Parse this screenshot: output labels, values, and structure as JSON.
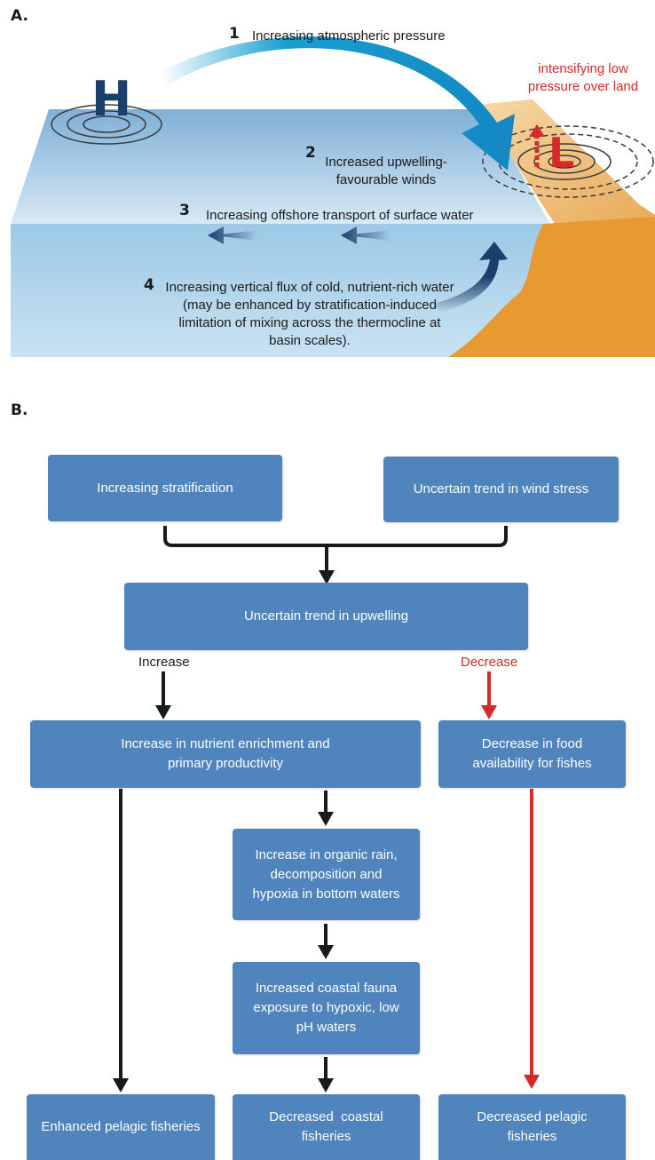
{
  "panel_a": {
    "label": "A.",
    "high_symbol": "H",
    "low_symbol": "L",
    "low_caption": "intensifying low pressure over land",
    "steps": [
      {
        "num": "1",
        "text": "Increasing atmospheric pressure"
      },
      {
        "num": "2",
        "text": "Increased upwelling-favourable winds"
      },
      {
        "num": "3",
        "text": "Increasing offshore transport of surface water"
      },
      {
        "num": "4",
        "text": "Increasing vertical flux of cold, nutrient-rich water (may be enhanced by stratification-induced limitation of mixing across the thermocline at basin scales)."
      }
    ],
    "colors": {
      "ocean_top": "#7fb4d9",
      "ocean_side": "#a8d0eb",
      "land": "#e8a74a",
      "arrow": "#1a9fd1",
      "low": "#d42a2a"
    }
  },
  "panel_b": {
    "label": "B.",
    "boxes": {
      "stratification": "Increasing stratification",
      "wind_stress": "Uncertain trend in wind stress",
      "upwelling": "Uncertain trend in upwelling",
      "nutrient": "Increase in nutrient enrichment and primary productivity",
      "food": "Decrease in food availability for fishes",
      "organic_rain": "Increase in organic rain, decomposition and hypoxia in bottom waters",
      "fauna_exposure": "Increased coastal fauna exposure to hypoxic, low pH waters",
      "pelagic_enhanced": "Enhanced pelagic fisheries",
      "coastal_decreased": "Decreased  coastal fisheries",
      "pelagic_decreased": "Decreased pelagic fisheries"
    },
    "branch_increase": "Increase",
    "branch_decrease": "Decrease",
    "colors": {
      "box": "#4f84bd",
      "increase_arrow": "#1a1a1a",
      "decrease_arrow": "#d42a2a"
    }
  }
}
